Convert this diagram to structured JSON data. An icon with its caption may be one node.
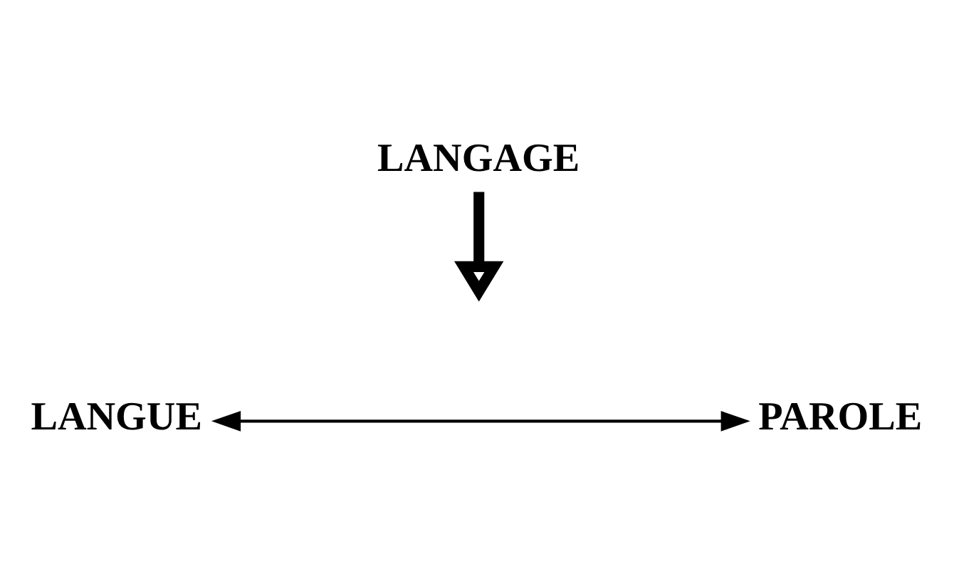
{
  "diagram": {
    "nodes": [
      {
        "text": [
          "LANGAGE"
        ]
      },
      {
        "text": [
          "LANGUE"
        ]
      },
      {
        "text": [
          "PAROLE"
        ]
      }
    ],
    "edges": [
      {
        "from": 0,
        "to": null,
        "arrow": "to",
        "style": "thick"
      },
      {
        "from": 1,
        "to": 2,
        "arrow": "both"
      }
    ]
  }
}
